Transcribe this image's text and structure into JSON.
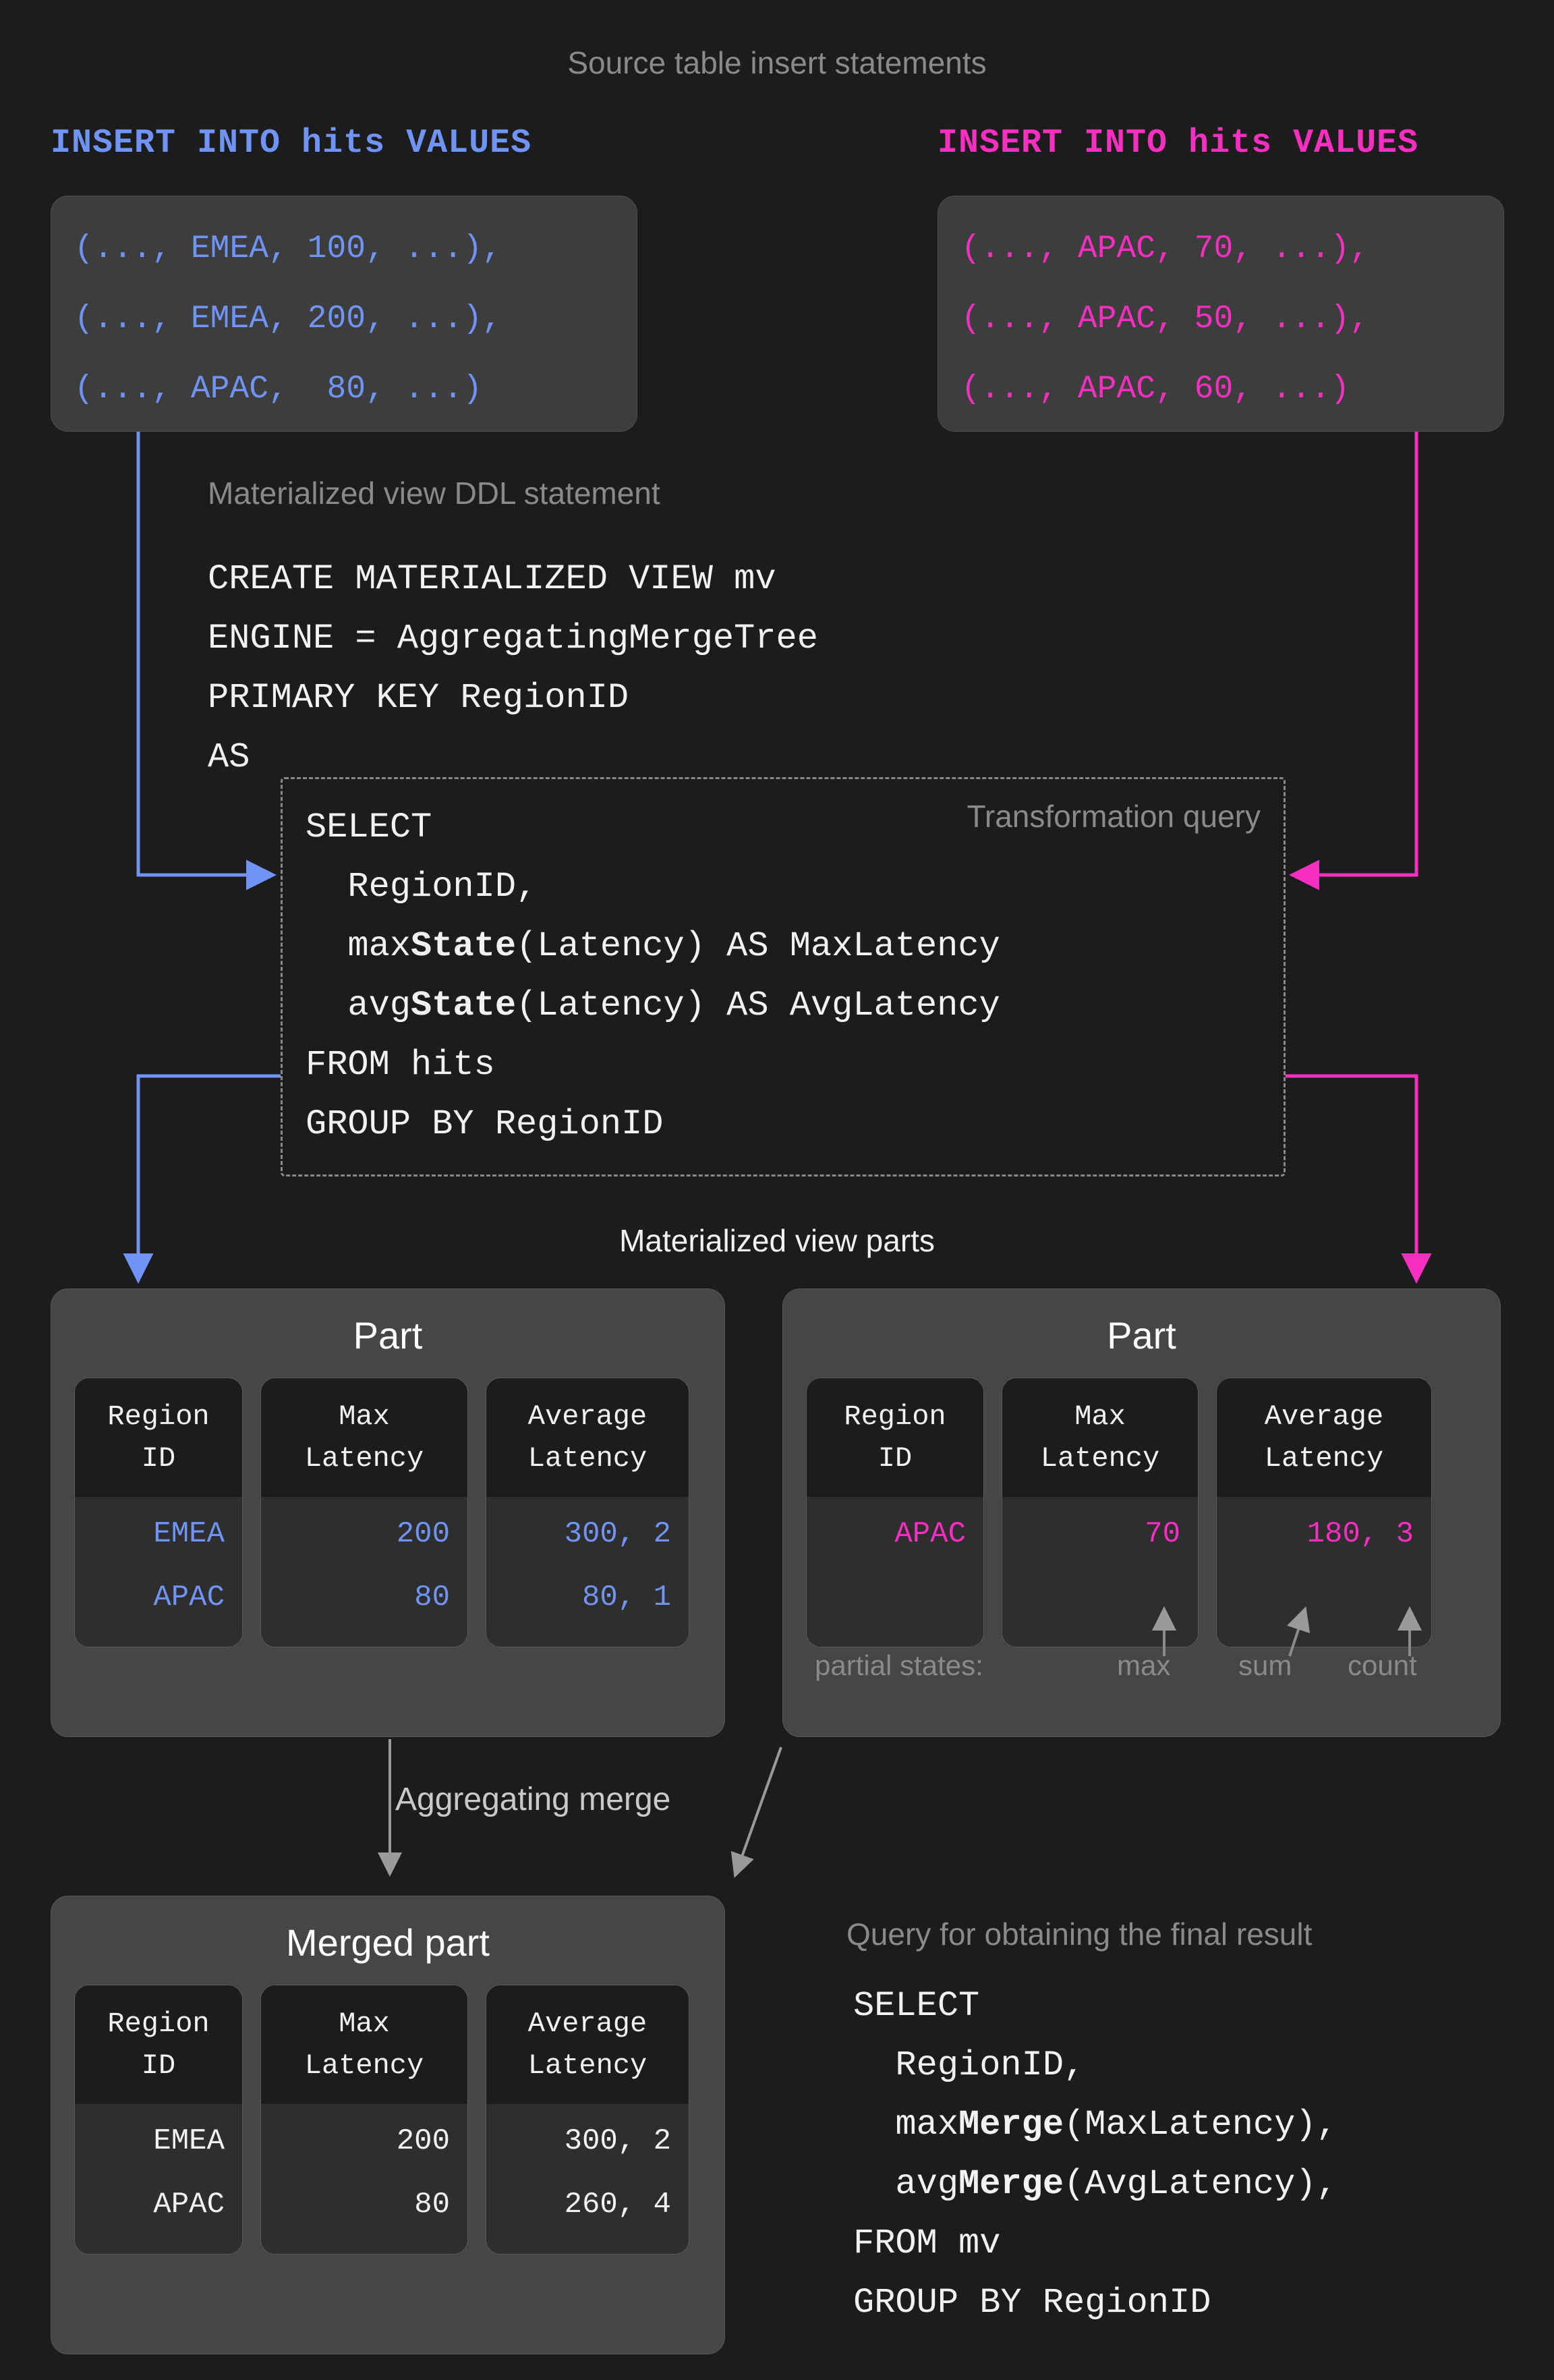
{
  "captions": {
    "source_statements": "Source table insert statements",
    "ddl": "Materialized view DDL statement",
    "transformation_query": "Transformation query",
    "mv_parts": "Materialized view parts",
    "aggregating_merge": "Aggregating merge",
    "final_query": "Query for obtaining the final result"
  },
  "colors": {
    "background": "#1c1c1c",
    "blue": "#6f94f5",
    "pink": "#f62fc0",
    "box_fill": "#3d3d3d",
    "part_fill": "#464646",
    "cell_fill": "#2e2e2e",
    "muted_text": "#8a8a8a",
    "white_text": "#f2f2f2"
  },
  "inserts": {
    "left": {
      "header": "INSERT INTO hits VALUES",
      "rows": [
        "(..., EMEA, 100, ...),",
        "(..., EMEA, 200, ...),",
        "(..., APAC,  80, ...)"
      ]
    },
    "right": {
      "header": "INSERT INTO hits VALUES",
      "rows": [
        "(..., APAC, 70, ...),",
        "(..., APAC, 50, ...),",
        "(..., APAC, 60, ...)"
      ]
    }
  },
  "ddl": {
    "lines": [
      "CREATE MATERIALIZED VIEW mv",
      "ENGINE = AggregatingMergeTree",
      "PRIMARY KEY RegionID",
      "AS"
    ]
  },
  "transformation_query": {
    "line1": "SELECT",
    "line2": "  RegionID,",
    "line3_pre": "  max",
    "line3_bold": "State",
    "line3_post": "(Latency) AS MaxLatency",
    "line4_pre": "  avg",
    "line4_bold": "State",
    "line4_post": "(Latency) AS AvgLatency",
    "line5": "FROM hits",
    "line6": "GROUP BY RegionID"
  },
  "parts": {
    "left": {
      "title": "Part",
      "columns": [
        "Region\nID",
        "Max\nLatency",
        "Average\nLatency"
      ],
      "rows": [
        [
          "EMEA",
          "200",
          "300, 2"
        ],
        [
          "APAC",
          "80",
          "80, 1"
        ]
      ]
    },
    "right": {
      "title": "Part",
      "columns": [
        "Region\nID",
        "Max\nLatency",
        "Average\nLatency"
      ],
      "rows": [
        [
          "APAC",
          "70",
          "180, 3"
        ]
      ],
      "partial_states": {
        "label": "partial states:",
        "max": "max",
        "sum": "sum",
        "count": "count"
      }
    },
    "merged": {
      "title": "Merged part",
      "columns": [
        "Region\nID",
        "Max\nLatency",
        "Average\nLatency"
      ],
      "rows": [
        [
          "EMEA",
          "200",
          "300, 2"
        ],
        [
          "APAC",
          "80",
          "260, 4"
        ]
      ]
    }
  },
  "final_query": {
    "line1": "SELECT",
    "line2": "  RegionID,",
    "line3_pre": "  max",
    "line3_bold": "Merge",
    "line3_post": "(MaxLatency),",
    "line4_pre": "  avg",
    "line4_bold": "Merge",
    "line4_post": "(AvgLatency),",
    "line5": "FROM mv",
    "line6": "GROUP BY RegionID"
  }
}
